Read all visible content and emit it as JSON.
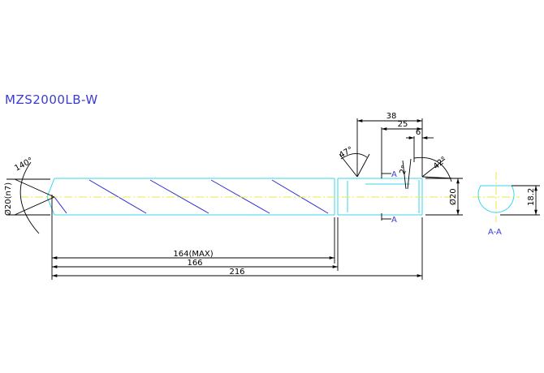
{
  "title": "MZS2000LB-W",
  "dimensions": {
    "point_angle": "140°",
    "shank_diameter_tol": "Ø20(n7)",
    "length_max": "164(MAX)",
    "flute_length": "166",
    "overall_length": "216",
    "d38": "38",
    "d25": "25",
    "d6": "6",
    "angle_47": "47°",
    "angle_2": "2°",
    "angle_42": "42°",
    "shank_diameter": "Ø20",
    "flat_height": "18.2"
  },
  "section": {
    "mark_top": "A",
    "mark_bottom": "A",
    "label": "A-A"
  },
  "colors": {
    "outline": "#39d7ea",
    "helix": "#2a2ad0",
    "centerline": "#e8e84a",
    "title": "#3b3bd6",
    "dimension": "#000000"
  }
}
